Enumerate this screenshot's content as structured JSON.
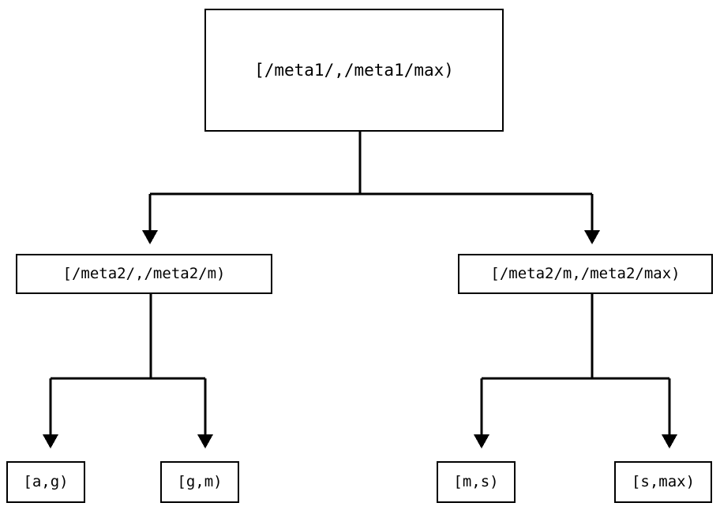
{
  "diagram": {
    "title": "range-partition-tree",
    "stroke_color": "#000000",
    "background_color": "#ffffff",
    "nodes": {
      "root": {
        "label": "[/meta1/,/meta1/max)"
      },
      "mid_left": {
        "label": "[/meta2/,/meta2/m)"
      },
      "mid_right": {
        "label": "[/meta2/m,/meta2/max)"
      },
      "leaf_ag": {
        "label": "[a,g)"
      },
      "leaf_gm": {
        "label": "[g,m)"
      },
      "leaf_ms": {
        "label": "[m,s)"
      },
      "leaf_smax": {
        "label": "[s,max)"
      }
    },
    "edges": [
      {
        "from": "root",
        "to": "mid_left",
        "arrow": "down"
      },
      {
        "from": "root",
        "to": "mid_right",
        "arrow": "down"
      },
      {
        "from": "mid_left",
        "to": "leaf_ag",
        "arrow": "down"
      },
      {
        "from": "mid_left",
        "to": "leaf_gm",
        "arrow": "down"
      },
      {
        "from": "mid_right",
        "to": "leaf_ms",
        "arrow": "down"
      },
      {
        "from": "mid_right",
        "to": "leaf_smax",
        "arrow": "down"
      }
    ]
  }
}
